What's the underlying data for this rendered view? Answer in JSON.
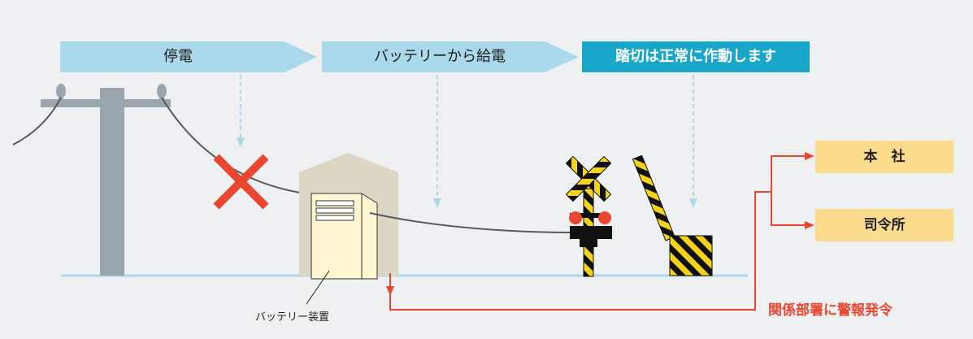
{
  "colors": {
    "background": "#eef0f1",
    "step_arrow": "#a9d9ea",
    "active_step": "#18a7c9",
    "destination_box": "#fbdc8c",
    "alarm_line": "#e8462e",
    "failure_mark": "#e8462e",
    "pole": "#9aa6ab",
    "ground_line": "#a9d9ea",
    "hazard_yellow": "#f5d31c",
    "hazard_black": "#111111"
  },
  "steps": [
    {
      "label": "停電"
    },
    {
      "label": "バッテリーから給電"
    },
    {
      "label": "踏切は正常に作動します"
    }
  ],
  "destinations": [
    {
      "label": "本　社"
    },
    {
      "label": "司令所"
    }
  ],
  "alarm": {
    "label": "関係部署に警報発令"
  },
  "battery": {
    "caption": "バッテリー装置"
  },
  "icons": {
    "failure": "cross-mark-icon",
    "pole": "utility-pole-icon",
    "battery": "battery-unit-icon",
    "crossing_signal": "crossing-signal-icon",
    "barrier": "crossing-barrier-icon"
  }
}
